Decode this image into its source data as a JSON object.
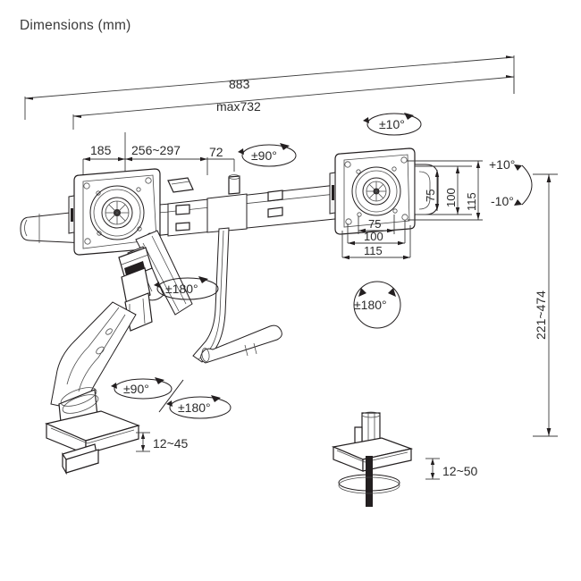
{
  "page": {
    "title": "Dimensions (mm)",
    "background": "#ffffff",
    "line_color": "#231f20",
    "text_color": "#2b2b2b"
  },
  "diagram": {
    "subject": "dual-monitor-gas-spring-desk-mount",
    "view": "front-three-quarter-technical-line-drawing",
    "units": "mm"
  },
  "dimensions": {
    "overall_width": "883",
    "max_reach": "max732",
    "left_segment": "185",
    "middle_segment": "256~297",
    "right_segment": "72",
    "height_range": "221~474",
    "clamp_thickness": "12~45",
    "grommet_thickness": "12~50"
  },
  "vesa": {
    "horizontal": [
      "75",
      "100",
      "115"
    ],
    "vertical": [
      "75",
      "100",
      "115"
    ]
  },
  "rotations": {
    "head_rotate_top": "±90°",
    "arm_rotate_left": "±90°",
    "post_rotate_left": "±180°",
    "head_pivot_left": "±180°",
    "head_pivot_right": "±180°",
    "swivel_right": "±10°",
    "tilt_up": "+10°",
    "tilt_down": "-10°"
  }
}
